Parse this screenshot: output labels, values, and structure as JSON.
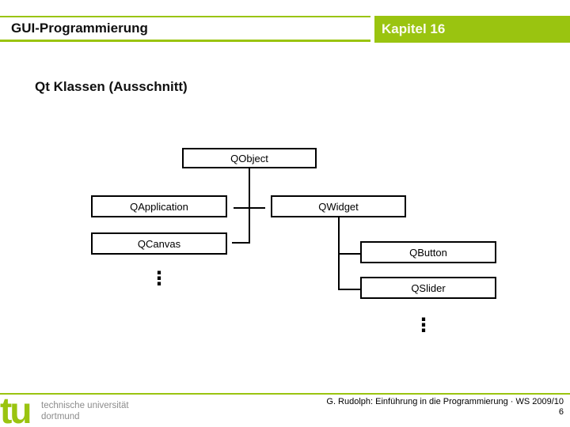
{
  "header": {
    "title": "GUI-Programmierung",
    "chapter": "Kapitel 16"
  },
  "slide": {
    "title": "Qt Klassen (Ausschnitt)"
  },
  "diagram": {
    "nodes": [
      {
        "label": "QObject"
      },
      {
        "label": "QApplication"
      },
      {
        "label": "QWidget"
      },
      {
        "label": "QCanvas"
      },
      {
        "label": "QButton"
      },
      {
        "label": "QSlider"
      }
    ],
    "edges": [
      {
        "from": "QObject",
        "to": "QApplication"
      },
      {
        "from": "QObject",
        "to": "QWidget"
      },
      {
        "from": "QObject",
        "to": "QCanvas"
      },
      {
        "from": "QWidget",
        "to": "QButton"
      },
      {
        "from": "QWidget",
        "to": "QSlider"
      }
    ]
  },
  "icons": {
    "vertical_ellipsis": "⋮"
  },
  "footer": {
    "logo_text": "tu",
    "university_line1": "technische universität",
    "university_line2": "dortmund",
    "credit": "G. Rudolph: Einführung in die Programmierung · WS 2009/10",
    "page_number": "6"
  },
  "colors": {
    "accent_green": "#9AC410",
    "footer_text_gray": "#8C8C8C",
    "chapter_text": "#FBFBEE"
  }
}
